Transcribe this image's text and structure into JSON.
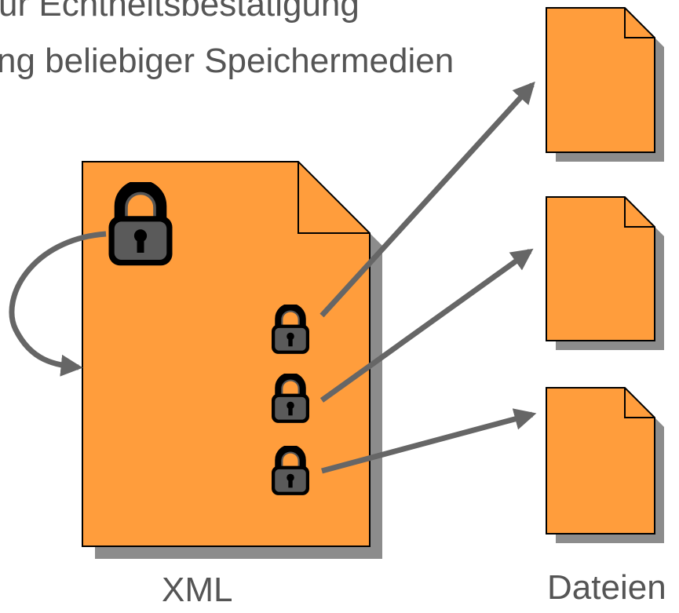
{
  "text": {
    "line1": "ur Echtheitsbestätigung",
    "line2": "ng beliebiger Speichermedien"
  },
  "captions": {
    "xml": "XML",
    "files": "Dateien"
  },
  "colors": {
    "document_fill": "#FF9D3C",
    "document_stroke": "#000000",
    "shadow": "#8C8C8C",
    "arrow": "#666666",
    "lock_body": "#000000",
    "lock_face": "#555555",
    "text": "#555555"
  },
  "icons": [
    "lock-icon",
    "document-icon",
    "arrow-icon"
  ]
}
